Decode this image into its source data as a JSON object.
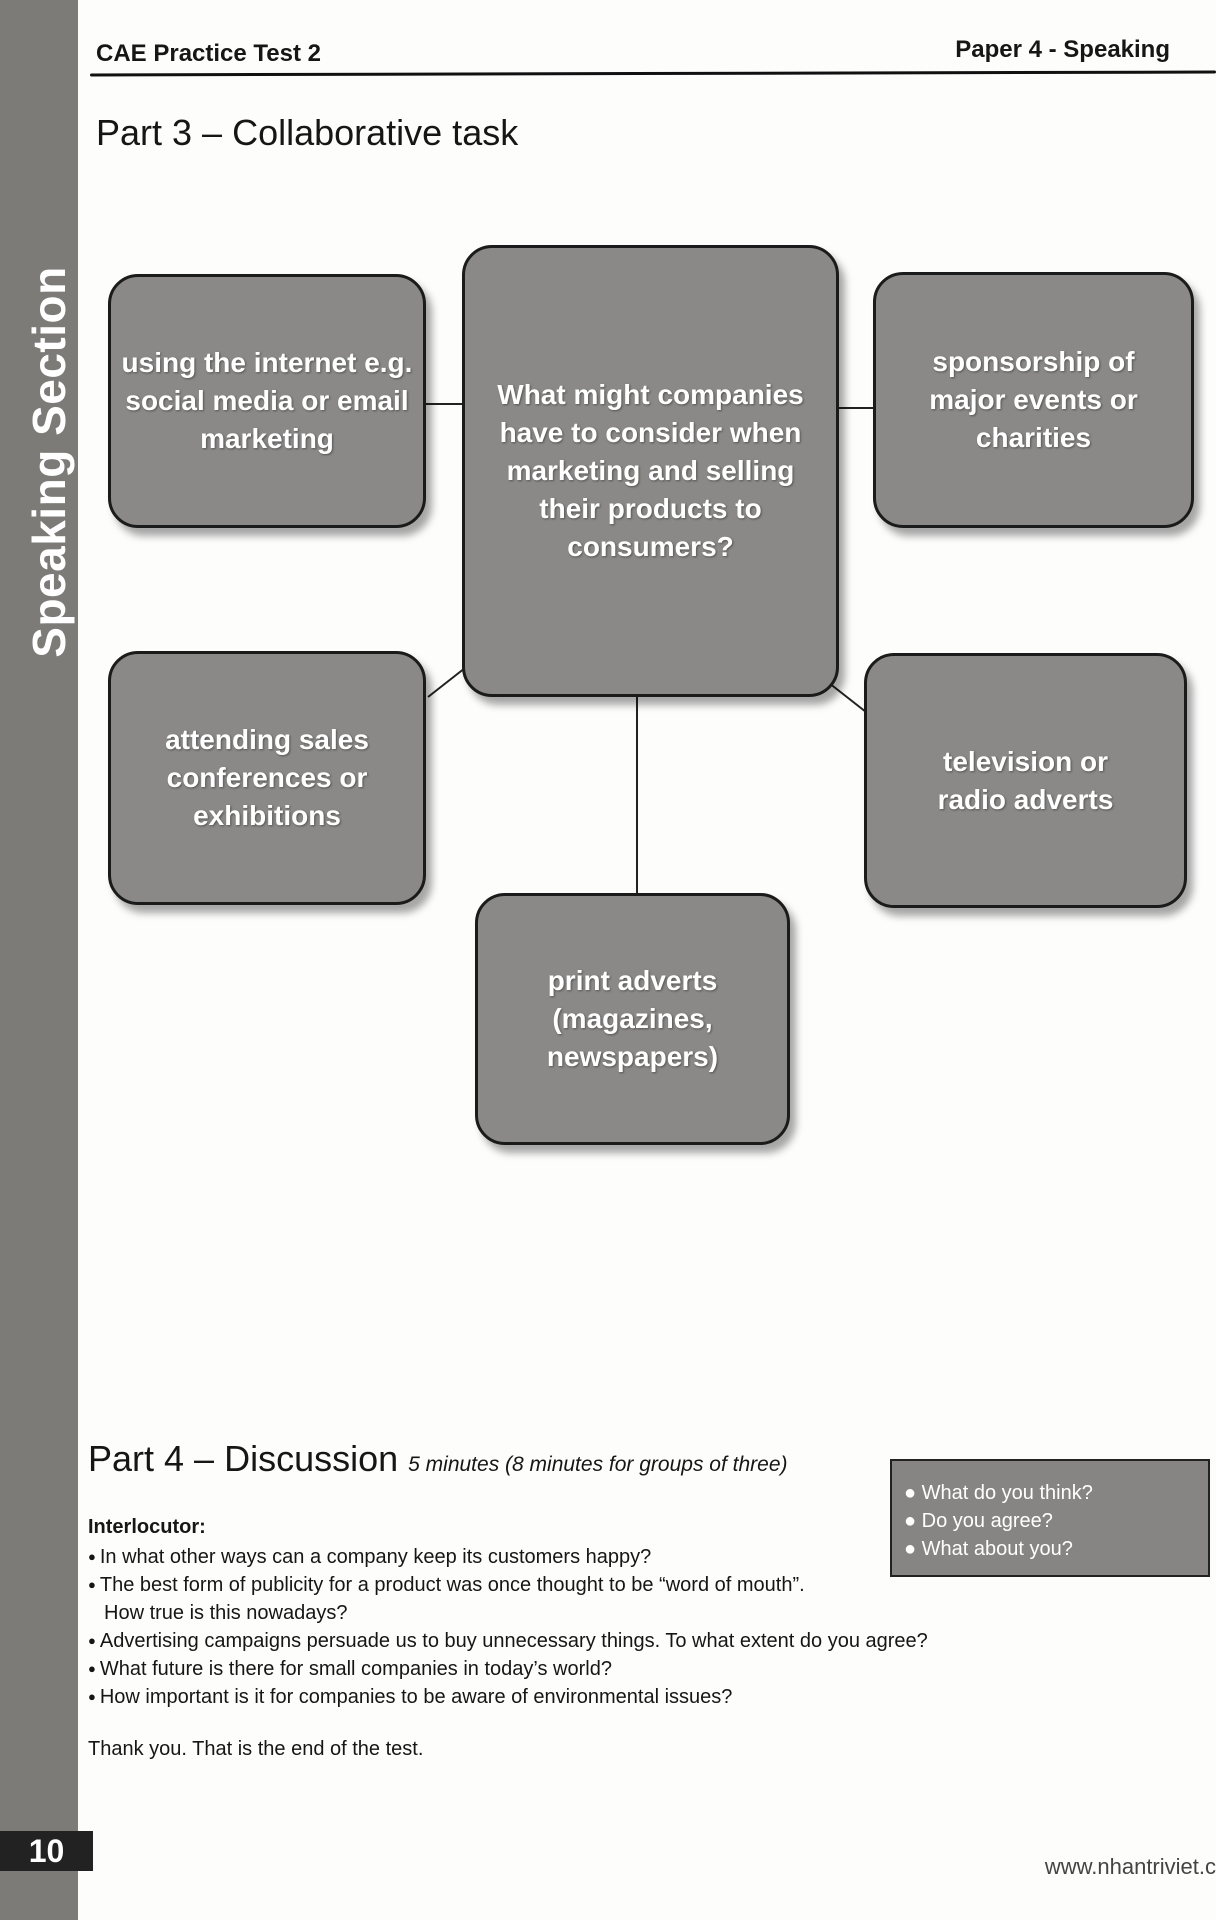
{
  "header": {
    "left": "CAE Practice Test 2",
    "right": "Paper 4 - Speaking"
  },
  "sidebar": {
    "title": "Speaking Section",
    "page_number": "10"
  },
  "part3": {
    "title": "Part 3 – Collaborative task",
    "center": "What might companies have to consider when marketing and selling their products to consumers?",
    "options": [
      "using the internet e.g. social media or email marketing",
      "sponsorship of major events or charities",
      "attending sales conferences or exhibitions",
      "television or radio adverts",
      "print adverts (magazines, newspapers)"
    ]
  },
  "part4": {
    "title": "Part 4 – Discussion",
    "subtitle": "5 minutes (8 minutes for groups of three)",
    "prompts": [
      "What do you think?",
      "Do you agree?",
      "What about you?"
    ],
    "interlocutor_label": "Interlocutor:",
    "questions": [
      "In what other ways can a company keep its customers happy?",
      "The best form of publicity for a product was once thought to be “word of mouth”.",
      "How true is this nowadays?",
      "Advertising campaigns persuade us to buy unnecessary things. To what extent do you agree?",
      "What future is there for small companies in today’s world?",
      "How important is it for companies to be aware of environmental issues?"
    ],
    "closing": "Thank you. That is the end of the test."
  },
  "footer": {
    "website": "www.nhantriviet.c"
  }
}
